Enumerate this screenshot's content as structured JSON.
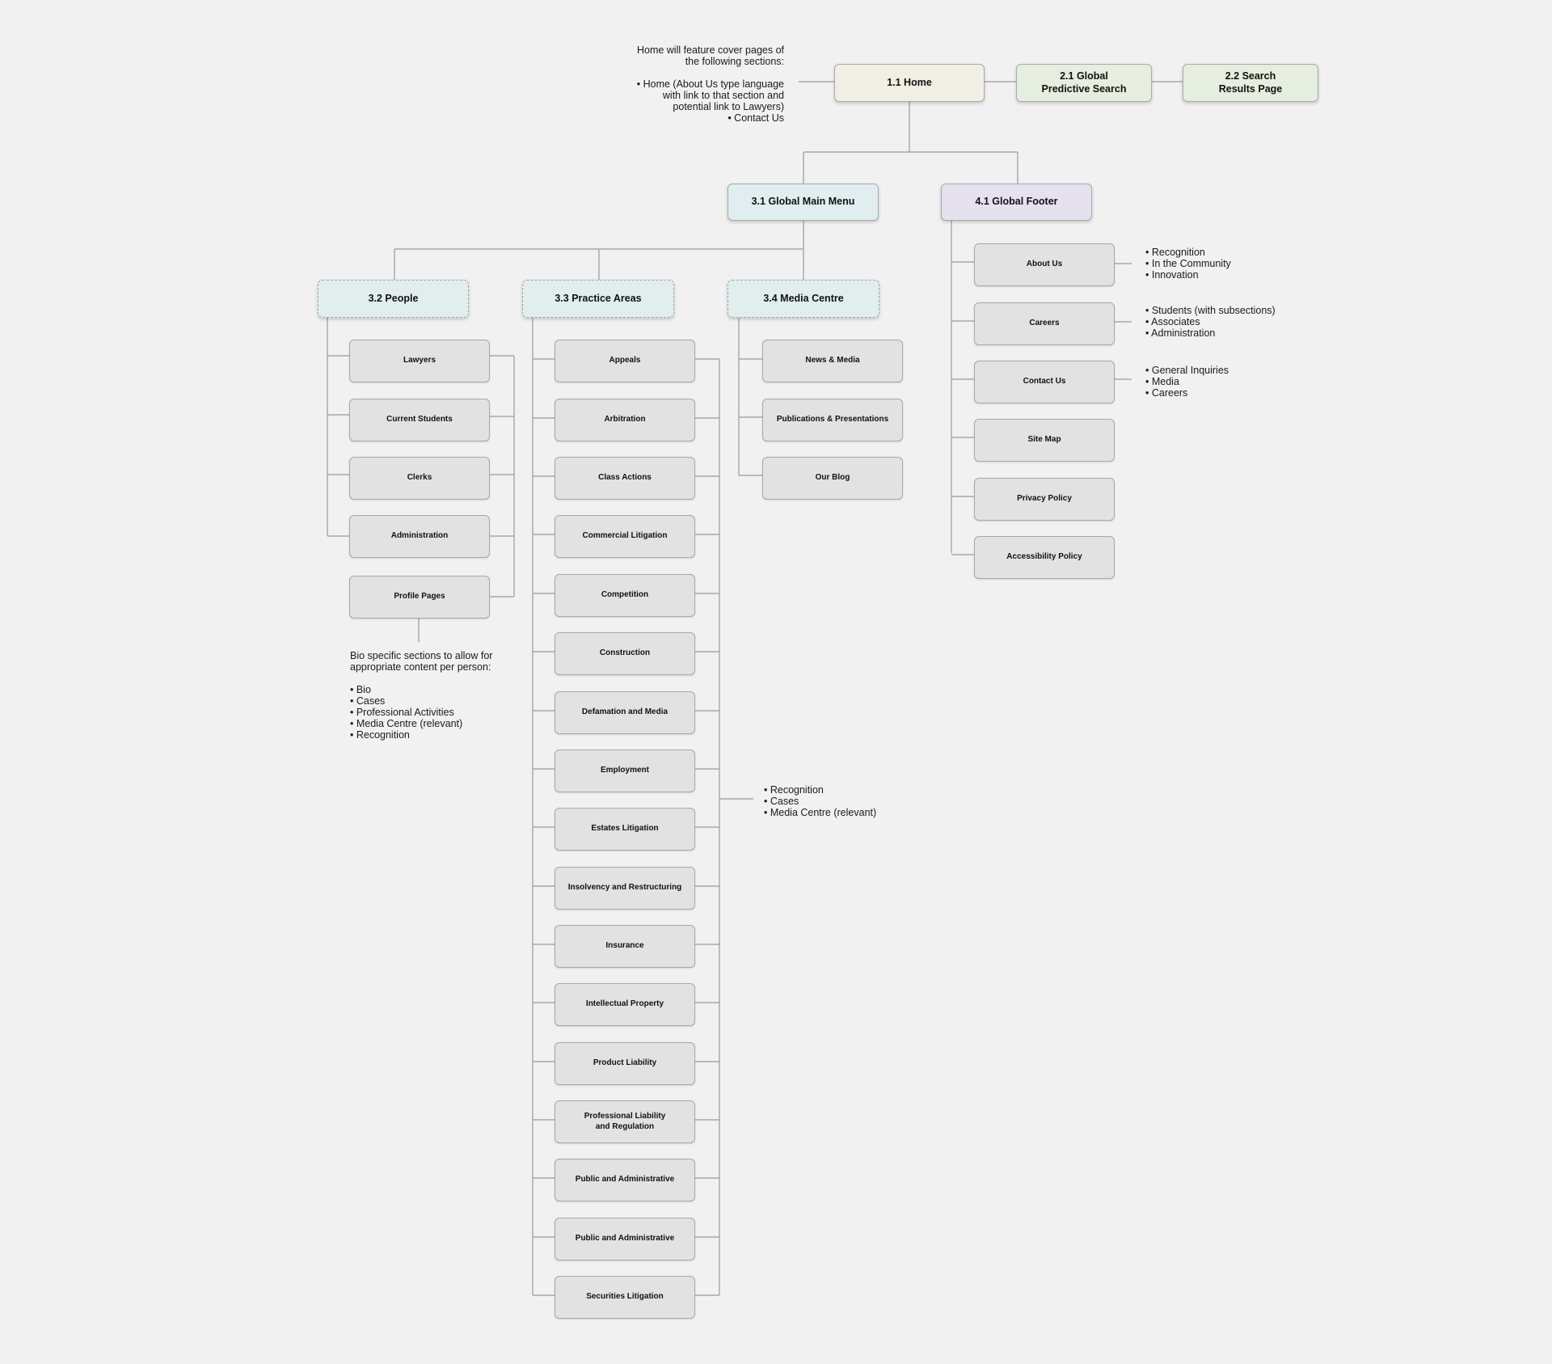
{
  "colors": {
    "background": "#f1f1f1",
    "connector": "#9a9a9a",
    "home_fill": "#f1efe4",
    "search_fill": "#e6eedf",
    "main_menu_fill": "#e0eeef",
    "footer_fill": "#e6e1ef",
    "section_fill": "#e2eeee",
    "leaf_fill": "#e2e2e2"
  },
  "top": {
    "home": "1.1 Home",
    "global_search": "2.1 Global\nPredictive Search",
    "search_results": "2.2 Search\nResults Page",
    "main_menu": "3.1 Global Main Menu",
    "footer": "4.1 Global Footer"
  },
  "home_note": {
    "intro": [
      "Home will feature cover pages of",
      "the following sections:"
    ],
    "bullets": [
      "• Home (About Us type language",
      "with link to that section and",
      "potential link to Lawyers)",
      "• Contact Us"
    ]
  },
  "people": {
    "title": "3.2 People",
    "items": [
      "Lawyers",
      "Current Students",
      "Clerks",
      "Administration",
      "Profile Pages"
    ],
    "note_intro": [
      "Bio specific sections to allow for",
      "appropriate content per person:"
    ],
    "note_bullets": [
      "• Bio",
      "• Cases",
      "• Professional Activities",
      "• Media Centre (relevant)",
      "• Recognition"
    ]
  },
  "practice": {
    "title": "3.3 Practice Areas",
    "items": [
      "Appeals",
      "Arbitration",
      "Class Actions",
      "Commercial Litigation",
      "Competition",
      "Construction",
      "Defamation and Media",
      "Employment",
      "Estates Litigation",
      "Insolvency and Restructuring",
      "Insurance",
      "Intellectual Property",
      "Product Liability",
      "Professional Liability\nand Regulation",
      "Public and Administrative",
      "Public and Administrative",
      "Securities Litigation"
    ],
    "note_bullets": [
      "• Recognition",
      "• Cases",
      "• Media Centre (relevant)"
    ]
  },
  "media": {
    "title": "3.4 Media Centre",
    "items": [
      "News & Media",
      "Publications & Presentations",
      "Our Blog"
    ]
  },
  "footer_items": [
    "About Us",
    "Careers",
    "Contact Us",
    "Site Map",
    "Privacy Policy",
    "Accessibility Policy"
  ],
  "footer_notes": {
    "about": [
      "• Recognition",
      "• In the Community",
      "• Innovation"
    ],
    "careers": [
      "• Students (with subsections)",
      "• Associates",
      "• Administration"
    ],
    "contact": [
      "• General Inquiries",
      "• Media",
      "• Careers"
    ]
  }
}
